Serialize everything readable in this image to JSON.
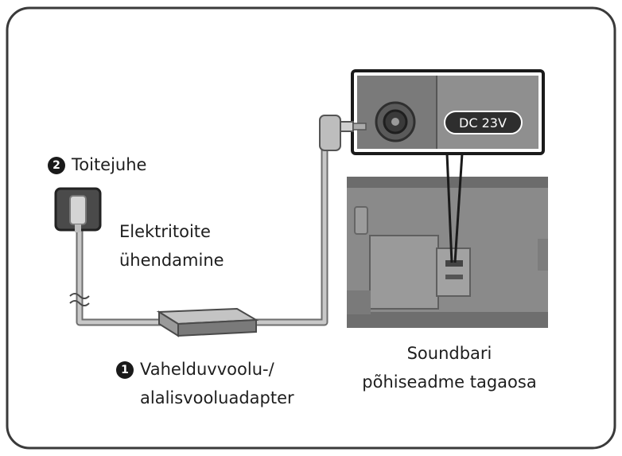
{
  "labels": {
    "power_cord_number": "2",
    "power_cord": "Toitejuhe",
    "power_connection_line1": "Elektritoite",
    "power_connection_line2": "ühendamine",
    "adapter_number": "1",
    "adapter_line1": "Vahelduvvoolu-/",
    "adapter_line2": "alalisvooluadapter",
    "soundbar_line1": "Soundbari",
    "soundbar_line2": "põhiseadme tagaosa",
    "dc_port": "DC 23V"
  },
  "colors": {
    "frame": "#3a3a3a",
    "panel_dark": "#6f6f6f",
    "panel_mid": "#8e8e8e",
    "cable": "#b4b4b4",
    "text": "#1e1e1e"
  }
}
